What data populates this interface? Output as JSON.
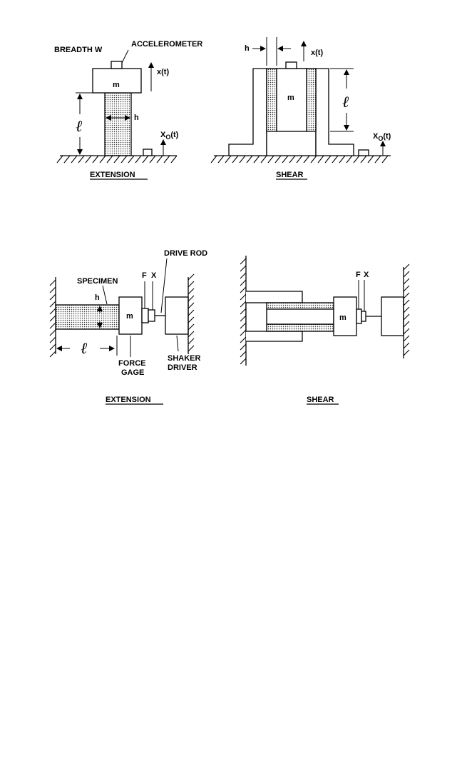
{
  "top_left": {
    "breadth": "BREADTH W",
    "accelerometer": "ACCELEROMETER",
    "mass": "m",
    "x_t": "x(t)",
    "h": "h",
    "l": "ℓ",
    "x0_t": "X",
    "x0_sub": "O",
    "x0_arg": "(t)",
    "caption": "EXTENSION"
  },
  "top_right": {
    "h": "h",
    "x_t": "x(t)",
    "mass": "m",
    "l": "ℓ",
    "x0_t": "X",
    "x0_sub": "O",
    "x0_arg": "(t)",
    "caption": "SHEAR"
  },
  "bottom_left": {
    "drive_rod": "DRIVE ROD",
    "specimen": "SPECIMEN",
    "f": "F",
    "x": "X",
    "h": "h",
    "mass": "m",
    "l": "ℓ",
    "force_gage_1": "FORCE",
    "force_gage_2": "GAGE",
    "shaker_1": "SHAKER",
    "shaker_2": "DRIVER",
    "caption": "EXTENSION"
  },
  "bottom_right": {
    "f": "F",
    "x": "X",
    "mass": "m",
    "caption": "SHEAR"
  }
}
